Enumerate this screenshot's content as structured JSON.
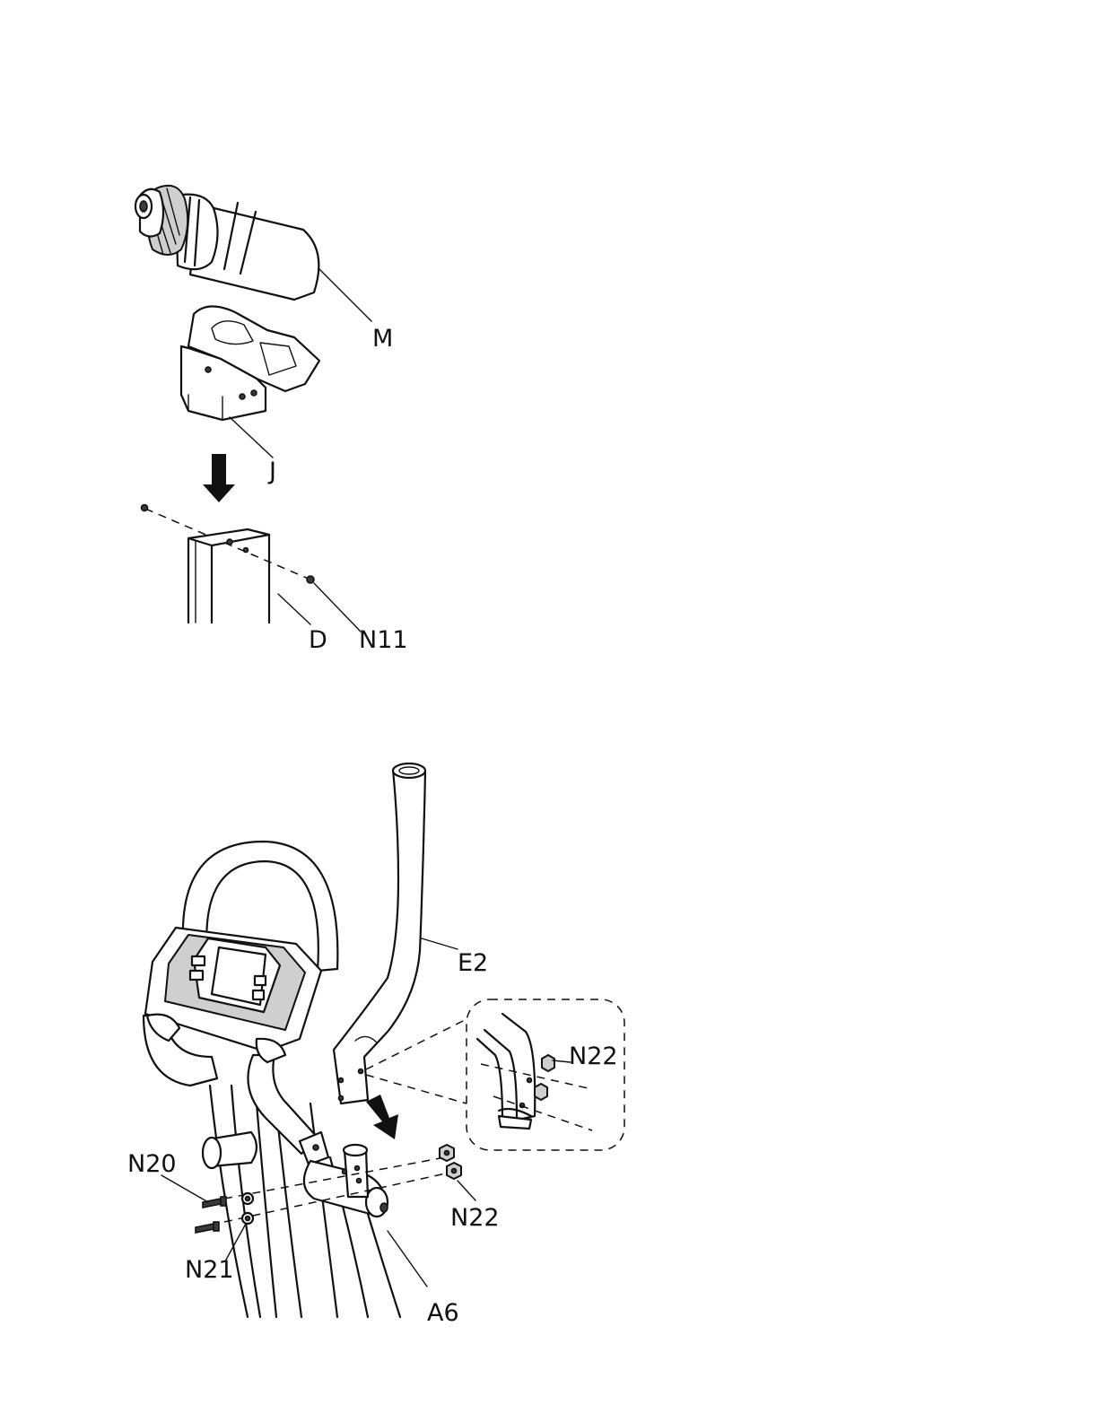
{
  "labels": {
    "m": "M",
    "j": "J",
    "d": "D",
    "n11": "N11",
    "e2": "E2",
    "n22_detail": "N22",
    "n22_main": "N22",
    "n20": "N20",
    "n21": "N21",
    "a6": "A6"
  }
}
